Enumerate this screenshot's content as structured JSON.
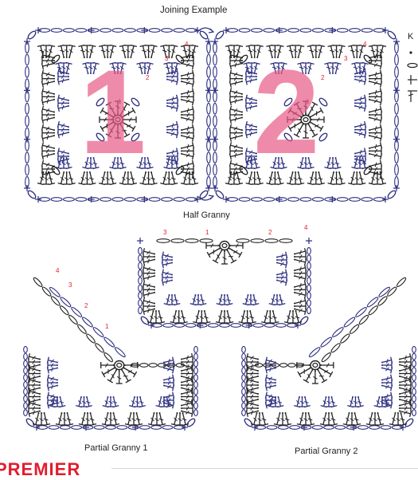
{
  "title": "Joining Example",
  "captions": {
    "half_granny": "Half Granny",
    "partial_granny_1": "Partial Granny 1",
    "partial_granny_2": "Partial Granny 2"
  },
  "key": {
    "title": "K"
  },
  "brand": "PREMIER",
  "square_numbers": [
    "1",
    "2"
  ],
  "round_labels": [
    "1",
    "2",
    "3",
    "4"
  ],
  "colors": {
    "dark": "#222222",
    "navy": "#2b2e7e",
    "pink": "#e85a86",
    "red": "#e21d2e"
  }
}
